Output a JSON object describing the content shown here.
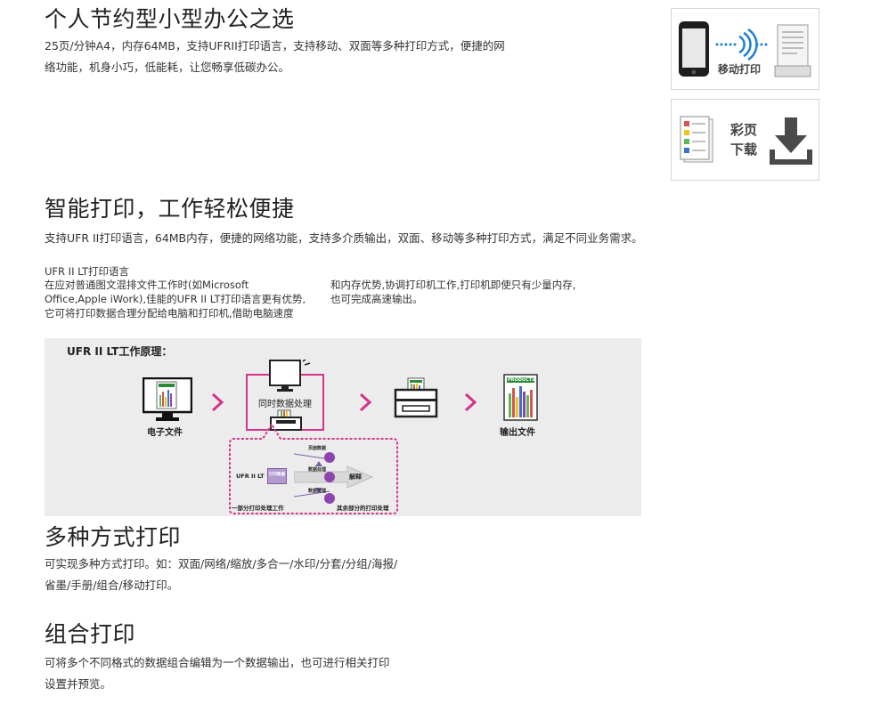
{
  "section1": {
    "title": "个人节约型小型办公之选",
    "line1": "25页/分钟A4，内存64MB，支持UFRII打印语言，支持移动、双面等多种打印方式，便捷的网",
    "line2": "络功能，机身小巧，低能耗，让您畅享低碳办公。"
  },
  "side_cards": {
    "mobile_print_label": "移动打印",
    "brochure_label_1": "彩页",
    "brochure_label_2": "下载"
  },
  "section2": {
    "title": "智能打印，工作轻松便捷",
    "desc": "支持UFR II打印语言，64MB内存，便捷的网络功能，支持多介质输出，双面、移动等多种打印方式，满足不同业务需求。",
    "ufr_title": "UFR II LT打印语言",
    "left1": "在应对普通图文混排文件工作时(如Microsoft",
    "left2": "Office,Apple iWork),佳能的UFR II LT打印语言更有优势,",
    "left3": "它可将打印数据合理分配给电脑和打印机,借助电脑速度",
    "right1": "和内存优势,协调打印机工作,打印机即使只有少量内存,",
    "right2": "也可完成高速输出。"
  },
  "diagram": {
    "title": "UFR II LT工作原理：",
    "electronic_file": "电子文件",
    "simultaneous_processing": "同时数据处理",
    "output_file": "输出文件",
    "ufr_label": "UFR II LT",
    "data_label": "打印数据",
    "decompress": "解释",
    "bottom_left": "一部分打印处理工作",
    "bottom_right": "其余部分的打印处理",
    "step1": "页面数据",
    "step2": "数据处理",
    "step3": "数据处理",
    "doc_header": "PRODUCTS",
    "output_header": "PRODUCTS"
  },
  "section3": {
    "title": "多种方式打印",
    "line1": "可实现多种方式打印。如：双面/网络/缩放/多合一/水印/分套/分组/海报/",
    "line2": "省墨/手册/组合/移动打印。"
  },
  "section4": {
    "title": "组合打印",
    "line1": "可将多个不同格式的数据组合编辑为一个数据输出，也可进行相关打印",
    "line2": "设置并预览。"
  },
  "colors": {
    "accent_pink": "#d6338a",
    "diagram_bg": "#ececec",
    "bar_green": "#5cb85c",
    "bar_red": "#d9534f",
    "bar_yellow": "#f0c419",
    "bar_blue": "#3a6fd8",
    "bar_purple": "#8e44ad"
  }
}
